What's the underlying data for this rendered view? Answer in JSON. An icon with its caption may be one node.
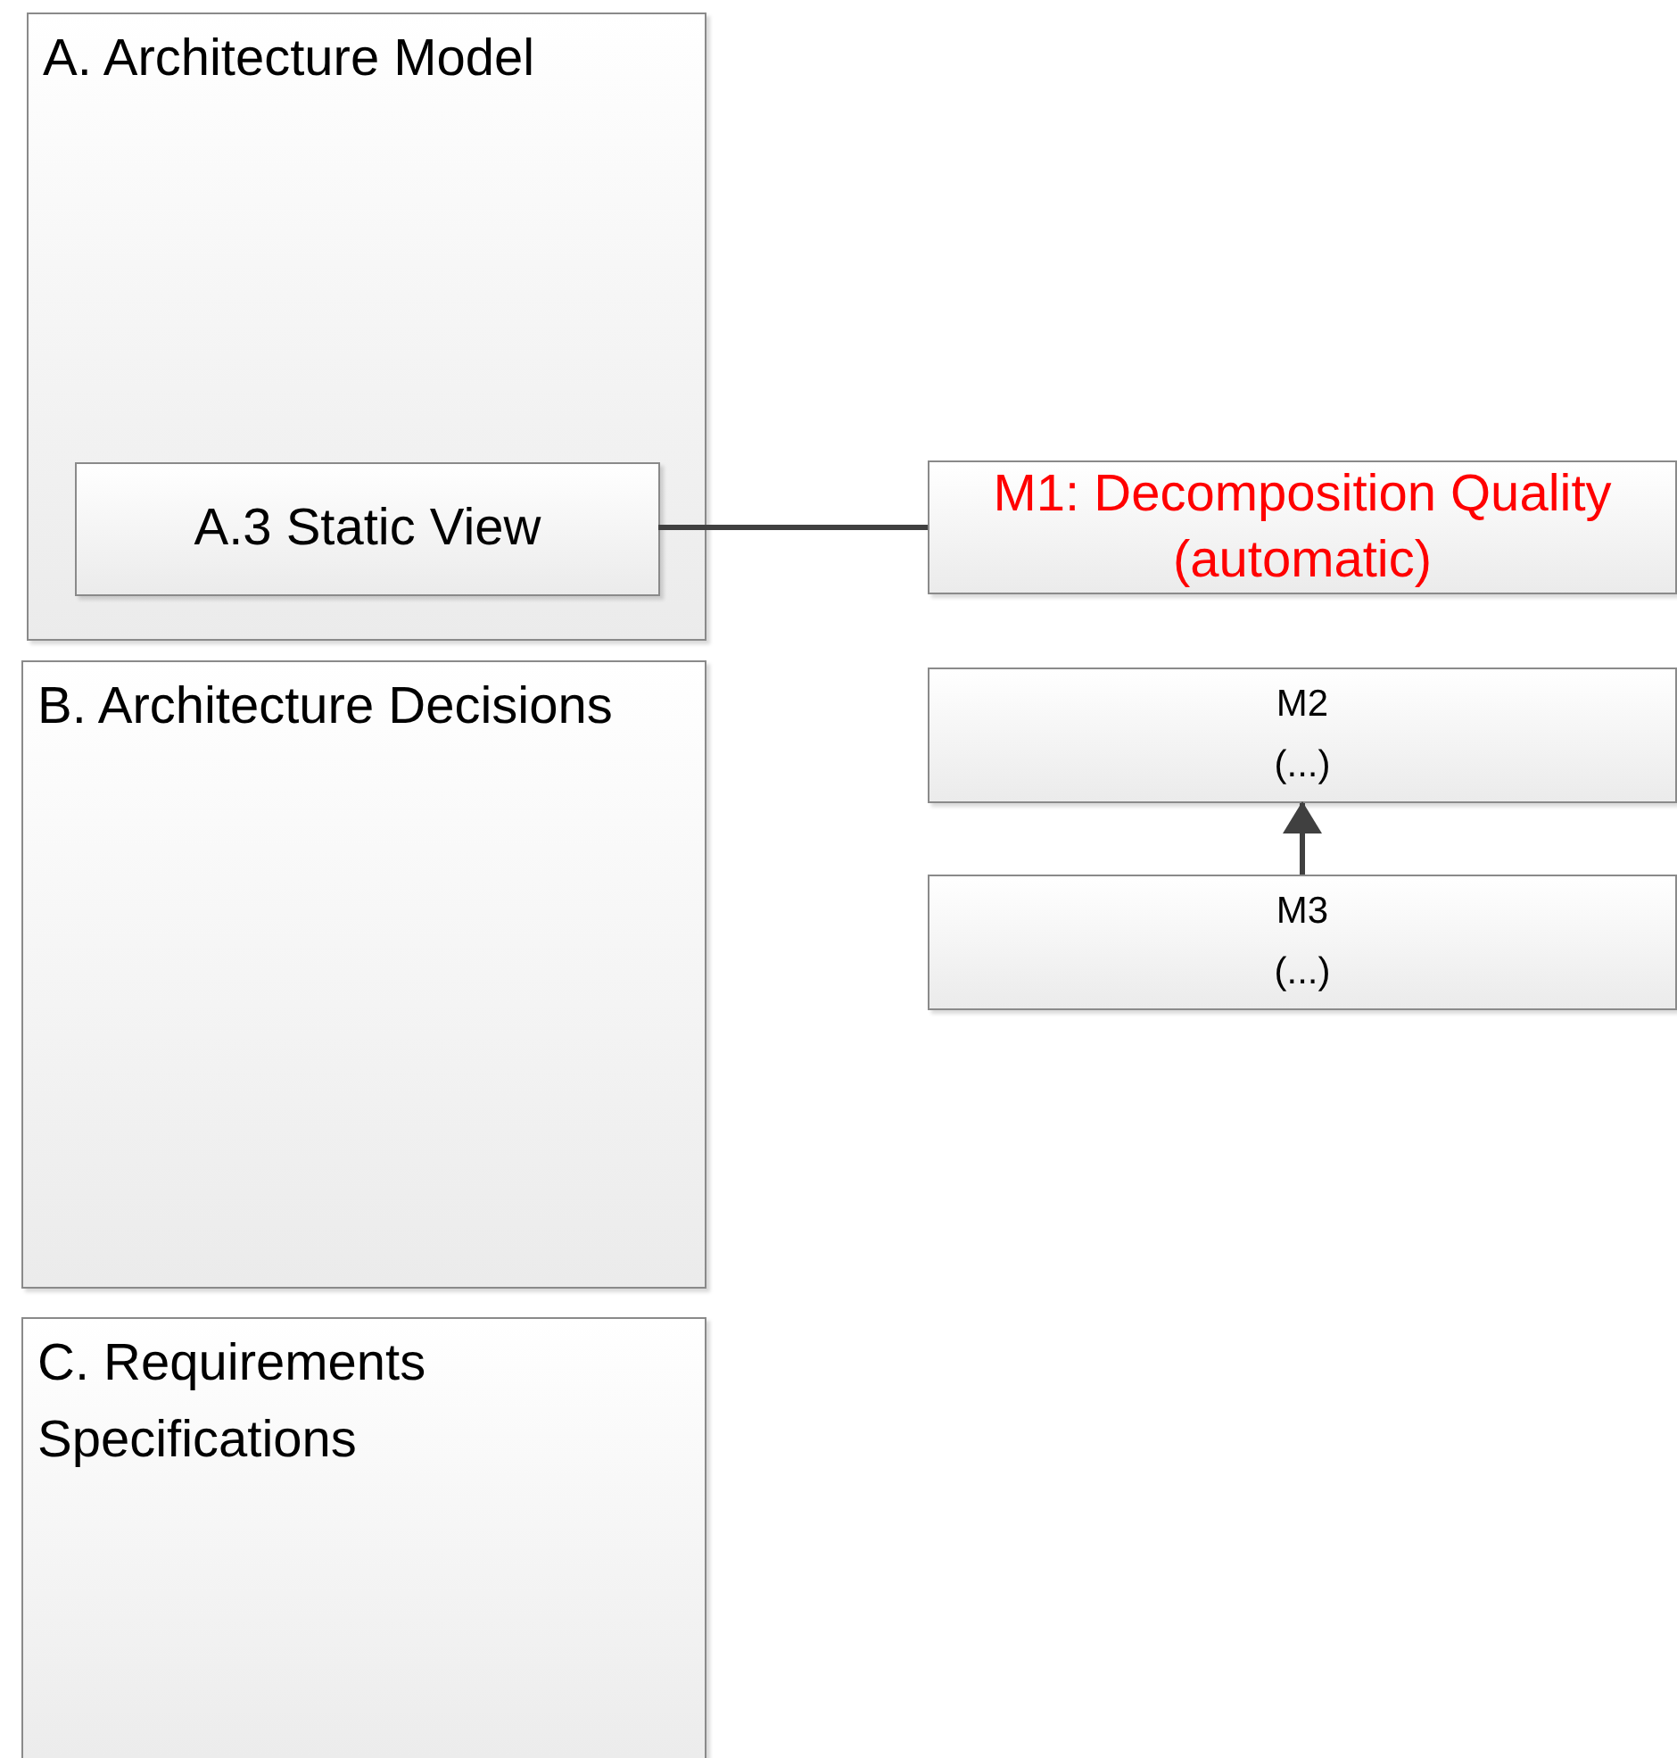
{
  "diagram": {
    "nodes": [
      {
        "text": [
          "A. Architecture Model"
        ]
      },
      {
        "text": [
          "A.3 Static View"
        ],
        "in": 0
      },
      {
        "text": [
          "M1: Decomposition Quality (automatic)"
        ]
      },
      {
        "text": [
          "B. Architecture Decisions"
        ]
      },
      {
        "text": [
          "M2",
          "(...)"
        ]
      },
      {
        "text": [
          "M3",
          "(...)"
        ]
      },
      {
        "text": [
          "C. Requirements Specifications"
        ]
      }
    ],
    "edges": [
      {
        "from": 1,
        "to": 2,
        "arrow": "none"
      },
      {
        "from": 5,
        "to": 4,
        "arrow": "to"
      }
    ]
  }
}
